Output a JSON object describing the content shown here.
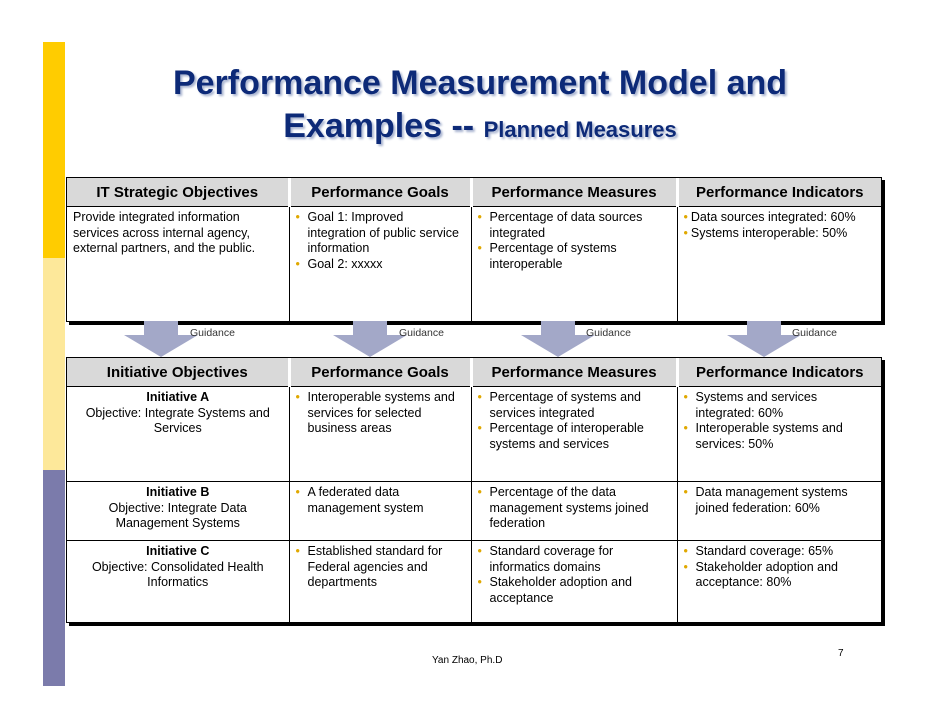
{
  "title": {
    "line1": "Performance Measurement Model and",
    "line2_main": "Examples --",
    "line2_small": "Planned Measures"
  },
  "table1": {
    "headers": [
      "IT Strategic Objectives",
      "Performance Goals",
      "Performance Measures",
      "Performance Indicators"
    ],
    "objective": "Provide integrated information services across internal agency, external partners, and the public.",
    "goals": [
      "Goal 1: Improved integration of public service information",
      "Goal 2: xxxxx"
    ],
    "measures": [
      "Percentage of data sources integrated",
      "Percentage of systems interoperable"
    ],
    "indicators": [
      "Data sources integrated: 60%",
      "Systems interoperable: 50%"
    ]
  },
  "guidance": {
    "label": "Guidance"
  },
  "table2": {
    "headers": [
      "Initiative Objectives",
      "Performance Goals",
      "Performance Measures",
      "Performance Indicators"
    ],
    "rows": [
      {
        "initiative": "Initiative A",
        "objective": "Objective: Integrate Systems and Services",
        "goals": [
          "Interoperable systems and services for selected business areas"
        ],
        "measures": [
          "Percentage of systems and services integrated",
          "Percentage of interoperable systems and services"
        ],
        "indicators": [
          "Systems and services integrated: 60%",
          "Interoperable systems and services: 50%"
        ]
      },
      {
        "initiative": "Initiative B",
        "objective": "Objective: Integrate Data Management Systems",
        "goals": [
          "A federated data management system"
        ],
        "measures": [
          "Percentage of the data management systems joined federation"
        ],
        "indicators": [
          "Data management systems joined federation: 60%"
        ]
      },
      {
        "initiative": "Initiative C",
        "objective": "Objective: Consolidated Health Informatics",
        "goals": [
          "Established standard for Federal agencies and departments"
        ],
        "measures": [
          "Standard coverage for informatics domains",
          "Stakeholder adoption and acceptance"
        ],
        "indicators": [
          "Standard coverage: 65%",
          "Stakeholder adoption and acceptance: 80%"
        ]
      }
    ]
  },
  "footer": {
    "author": "Yan Zhao, Ph.D",
    "page": "7"
  },
  "colors": {
    "title": "#0d2a78",
    "header_bg": "#d9d9d9",
    "bullet": "#e0a800",
    "arrow": "#a3a8c8",
    "bar_yellow": "#ffcc00",
    "bar_light_yellow": "#fde89a",
    "bar_purple": "#7b7bab"
  }
}
